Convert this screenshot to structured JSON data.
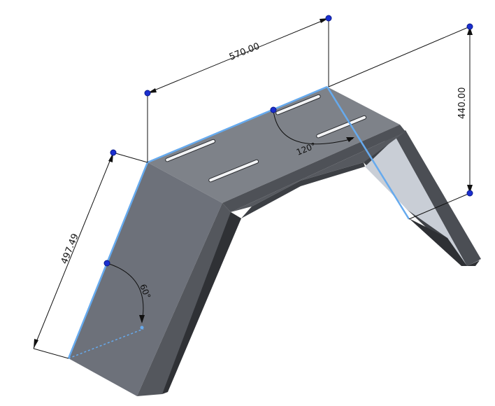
{
  "colors": {
    "background": "#ffffff",
    "top_face": "#7b7f86",
    "side_face": "#5a5e65",
    "front_face": "#6c7078",
    "inner_face": "#3a3d42",
    "highlight": "#66aaee",
    "dimension_line": "#111111",
    "handle": "#1b2fd0",
    "inside_light": "#c7ccd4"
  },
  "dimensions": {
    "length_top": "570.00",
    "height_right": "440.00",
    "length_slant": "497.49"
  },
  "angles": {
    "bend_top": "120°",
    "bend_leg": "60°"
  },
  "icons": {
    "handle": "blue-sketch-point"
  }
}
